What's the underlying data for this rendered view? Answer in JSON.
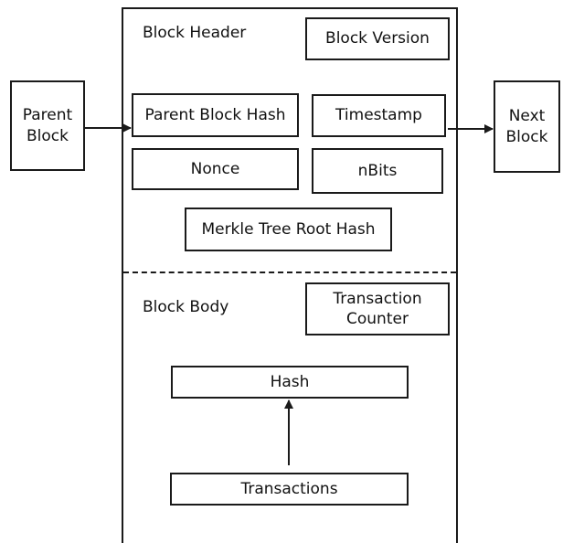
{
  "outside": {
    "parent_block": "Parent\nBlock",
    "next_block": "Next\nBlock"
  },
  "header": {
    "title": "Block Header",
    "block_version": "Block Version",
    "parent_block_hash": "Parent Block Hash",
    "timestamp": "Timestamp",
    "nonce": "Nonce",
    "nbits": "nBits",
    "merkle_root": "Merkle Tree Root Hash"
  },
  "body": {
    "title": "Block Body",
    "transaction_counter": "Transaction\nCounter",
    "hash": "Hash",
    "transactions": "Transactions"
  }
}
